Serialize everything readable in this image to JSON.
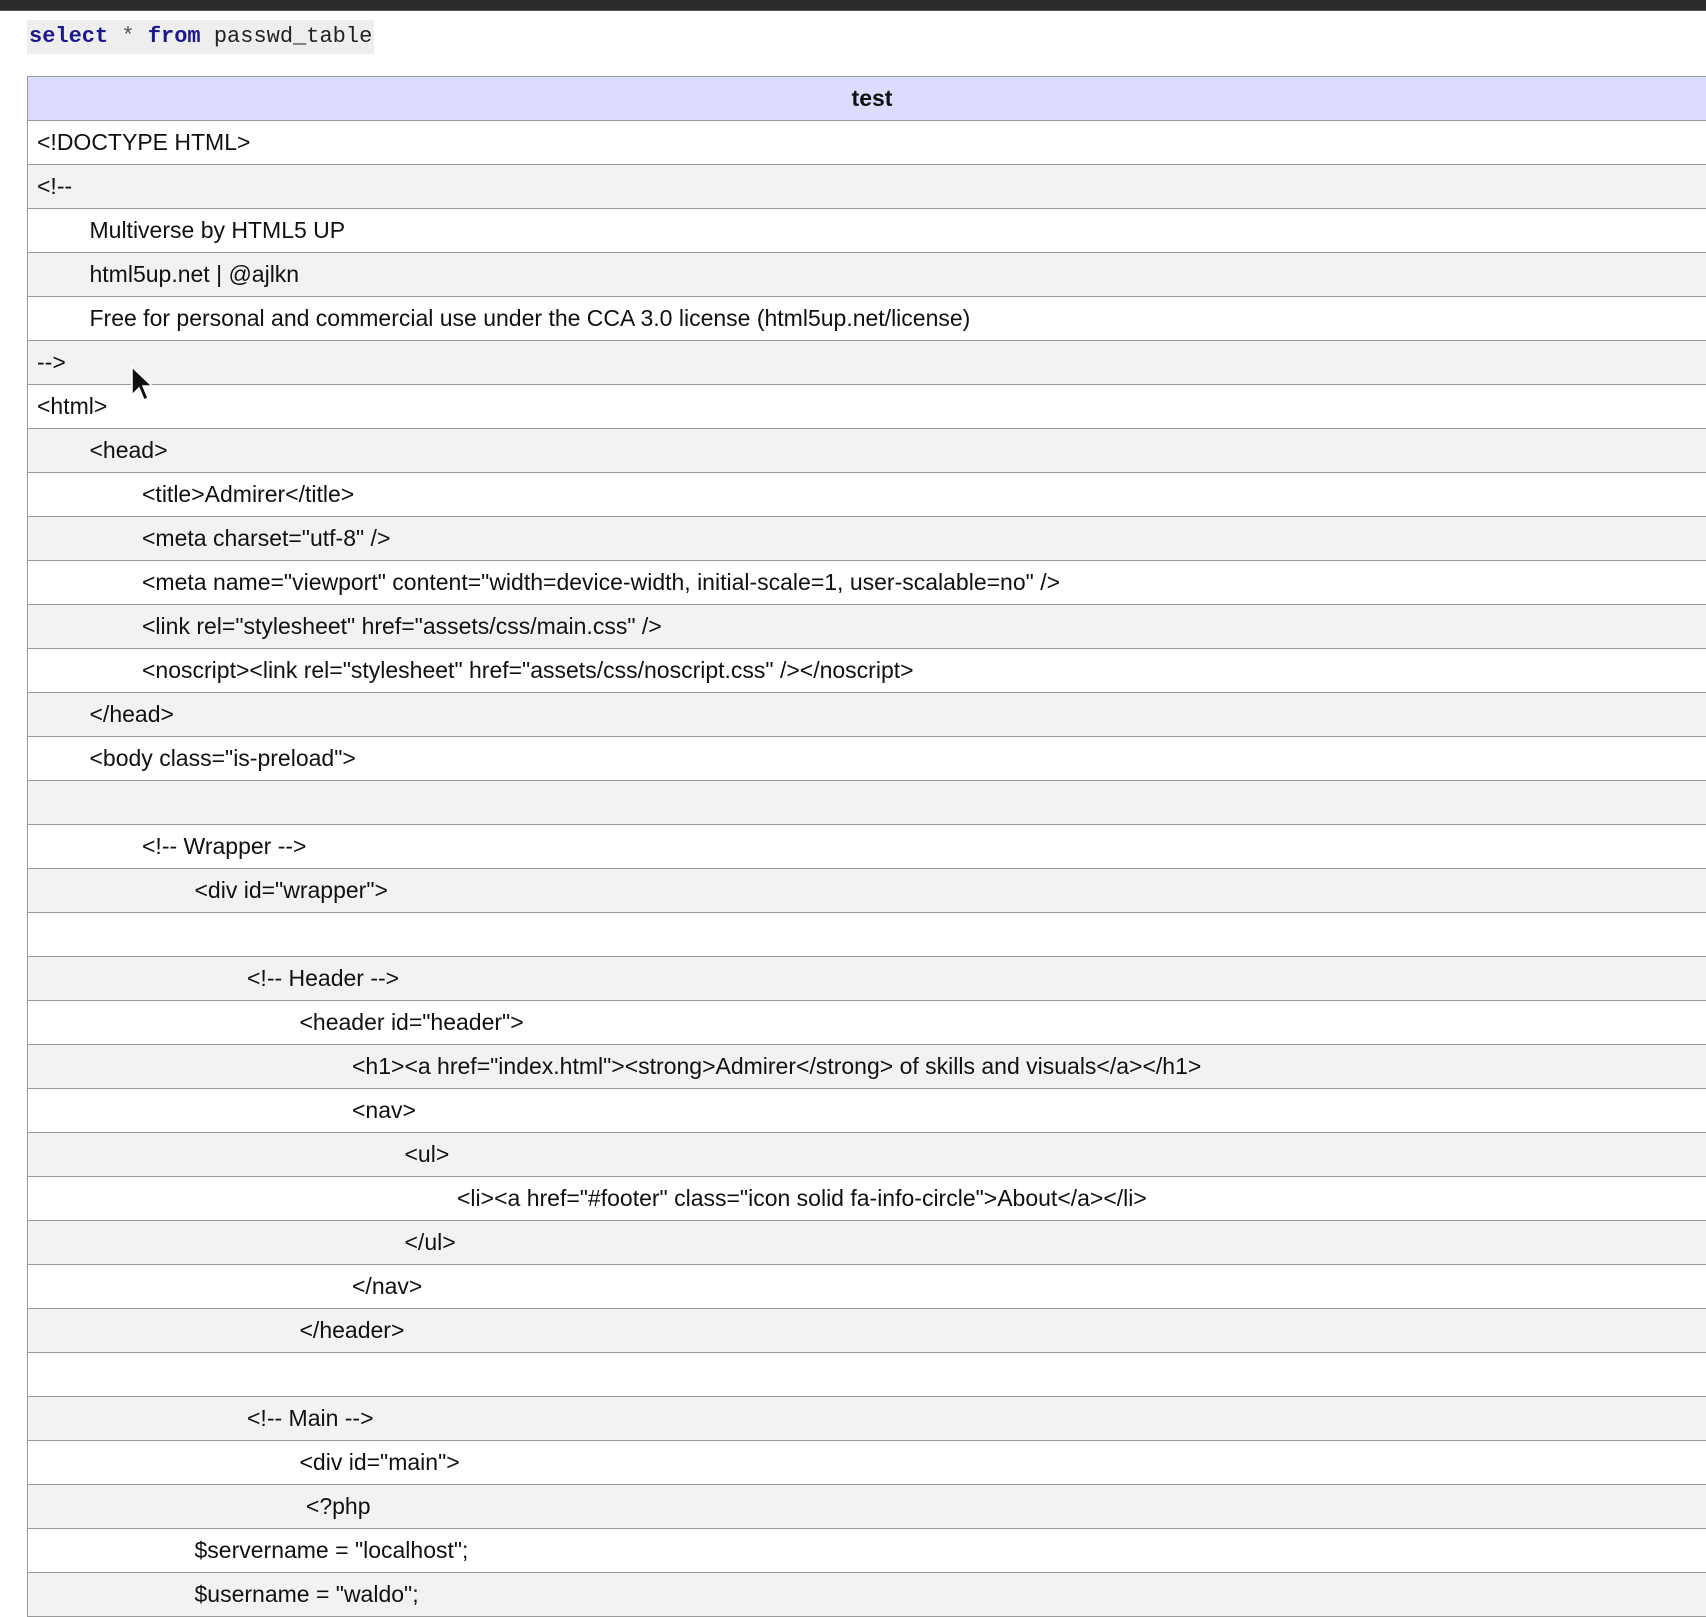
{
  "query": {
    "keyword_select": "select",
    "operator_star": "*",
    "keyword_from": "from",
    "table_name": "passwd_table"
  },
  "result_table": {
    "column_header": "test",
    "rows": [
      {
        "indent": 0,
        "text": "<!DOCTYPE HTML>"
      },
      {
        "indent": 0,
        "text": "<!--"
      },
      {
        "indent": 1,
        "text": "Multiverse by HTML5 UP"
      },
      {
        "indent": 1,
        "text": "html5up.net | @ajlkn"
      },
      {
        "indent": 1,
        "text": "Free for personal and commercial use under the CCA 3.0 license (html5up.net/license)"
      },
      {
        "indent": 0,
        "text": "-->"
      },
      {
        "indent": 0,
        "text": "<html>"
      },
      {
        "indent": 1,
        "text": "<head>"
      },
      {
        "indent": 2,
        "text": "<title>Admirer</title>"
      },
      {
        "indent": 2,
        "text": "<meta charset=\"utf-8\" />"
      },
      {
        "indent": 2,
        "text": "<meta name=\"viewport\" content=\"width=device-width, initial-scale=1, user-scalable=no\" />"
      },
      {
        "indent": 2,
        "text": "<link rel=\"stylesheet\" href=\"assets/css/main.css\" />"
      },
      {
        "indent": 2,
        "text": "<noscript><link rel=\"stylesheet\" href=\"assets/css/noscript.css\" /></noscript>"
      },
      {
        "indent": 1,
        "text": "</head>"
      },
      {
        "indent": 1,
        "text": "<body class=\"is-preload\">"
      },
      {
        "indent": 0,
        "text": ""
      },
      {
        "indent": 2,
        "text": "<!-- Wrapper -->"
      },
      {
        "indent": 3,
        "text": "<div id=\"wrapper\">"
      },
      {
        "indent": 0,
        "text": ""
      },
      {
        "indent": 4,
        "text": "<!-- Header -->"
      },
      {
        "indent": 5,
        "text": "<header id=\"header\">"
      },
      {
        "indent": 6,
        "text": "<h1><a href=\"index.html\"><strong>Admirer</strong> of skills and visuals</a></h1>"
      },
      {
        "indent": 6,
        "text": "<nav>"
      },
      {
        "indent": 7,
        "text": "<ul>"
      },
      {
        "indent": 8,
        "text": "<li><a href=\"#footer\" class=\"icon solid fa-info-circle\">About</a></li>"
      },
      {
        "indent": 7,
        "text": "</ul>"
      },
      {
        "indent": 6,
        "text": "</nav>"
      },
      {
        "indent": 5,
        "text": "</header>"
      },
      {
        "indent": 0,
        "text": ""
      },
      {
        "indent": 4,
        "text": "<!-- Main -->"
      },
      {
        "indent": 5,
        "text": "<div id=\"main\">"
      },
      {
        "indent": 5,
        "text": " <?php"
      },
      {
        "indent": 3,
        "text": "$servername = \"localhost\";"
      },
      {
        "indent": 3,
        "text": "$username = \"waldo\";"
      }
    ]
  },
  "icons": {
    "cursor": "mouse-pointer-icon"
  }
}
